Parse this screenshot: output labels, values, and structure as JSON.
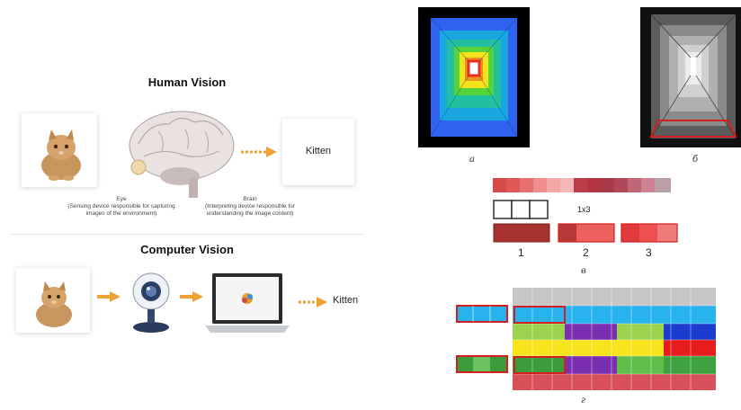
{
  "human_vision": {
    "title": "Human Vision",
    "eye_caption_title": "Eye",
    "eye_caption_text": "(Sensing device responsible for capturing images of the environment)",
    "brain_caption_title": "Brain",
    "brain_caption_text": "(Interpreting device responsible for understanding the image content)",
    "output_label": "Kitten"
  },
  "computer_vision": {
    "title": "Computer Vision",
    "output_label": "Kitten"
  },
  "figure_labels": {
    "a": "a",
    "b": "б",
    "v": "в",
    "g": "г"
  },
  "kernel_label": "1x3",
  "group_numbers": [
    "1",
    "2",
    "3"
  ],
  "colors": {
    "arrow": "#f0a135",
    "highlight": "#d22020"
  }
}
